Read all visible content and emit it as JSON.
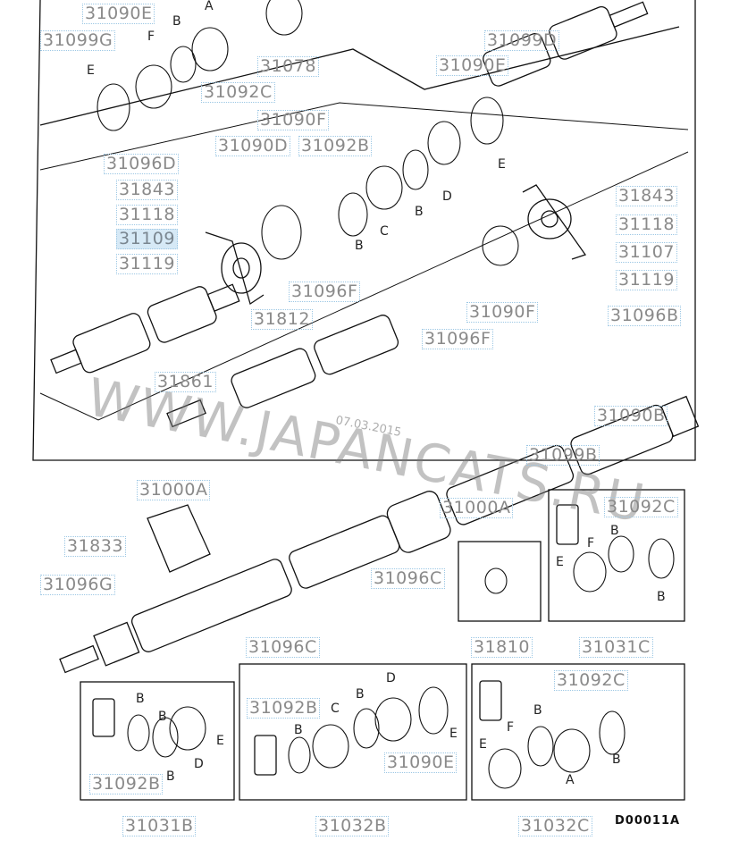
{
  "diagram_code": "D00011A",
  "watermark": "WWW.JAPANCATS.RU",
  "watermark_date": "07.03.2015",
  "highlight_color": "#d6e9f6",
  "labels": [
    "31090E",
    "31099G",
    "31078",
    "31092C",
    "31099D",
    "31090E",
    "31090F",
    "31090D",
    "31092B",
    "31096D",
    "31843",
    "31118",
    "31109",
    "31119",
    "31812",
    "31096F",
    "31843",
    "31118",
    "31107",
    "31119",
    "31090F",
    "31096F",
    "31096B",
    "31861",
    "31090B",
    "31099B",
    "31000A",
    "31000A",
    "31092C",
    "31833",
    "31096G",
    "31096C",
    "31810",
    "31031C",
    "31096C",
    "31092B",
    "31090E",
    "31092C",
    "31092B",
    "31031B",
    "31032B",
    "31032C"
  ],
  "highlighted_label": "31109",
  "letters": [
    "A",
    "B",
    "F",
    "E",
    "E",
    "D",
    "B",
    "C",
    "B",
    "B",
    "F",
    "E",
    "B",
    "B",
    "B",
    "E",
    "D",
    "B",
    "C",
    "B",
    "D",
    "B",
    "E",
    "B",
    "F",
    "E",
    "A",
    "B"
  ]
}
